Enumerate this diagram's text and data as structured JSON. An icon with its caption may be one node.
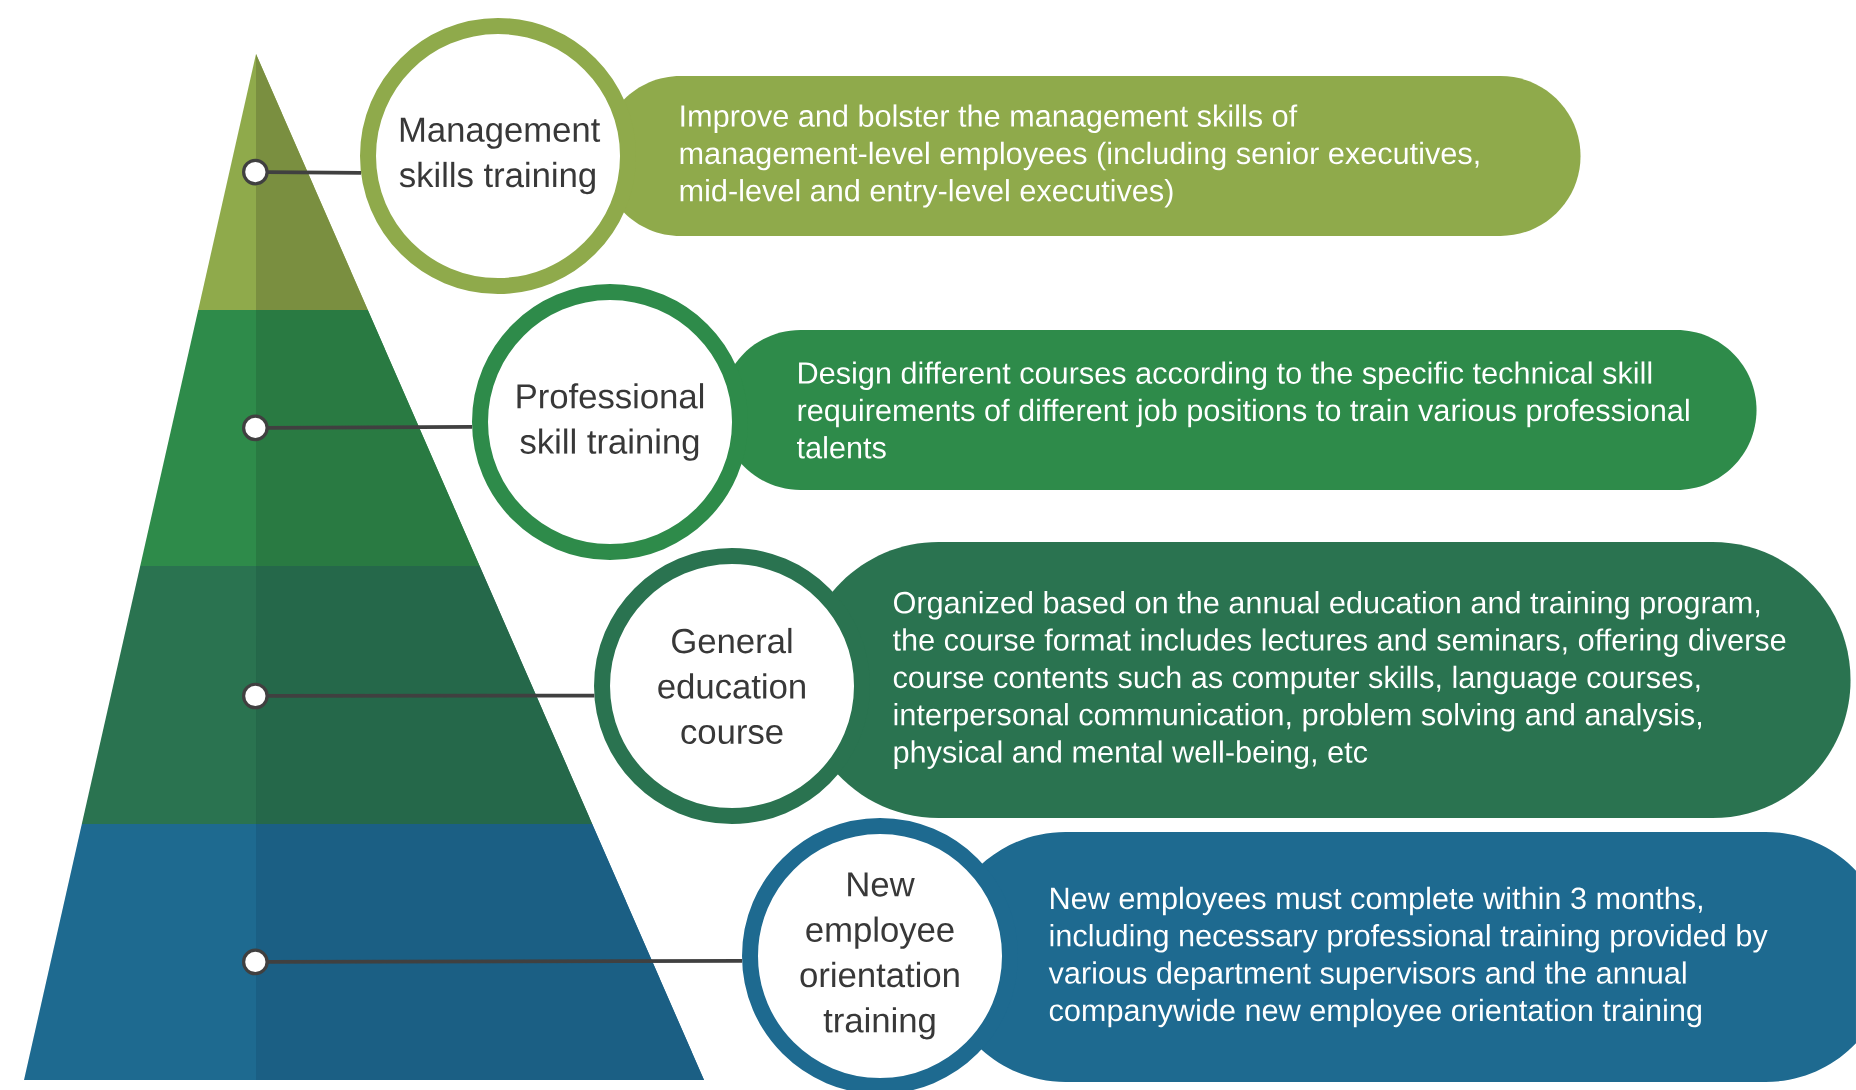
{
  "diagram": {
    "nodes": [
      {
        "text": [],
        "shape": "triangle"
      },
      {
        "text": [
          "Management skills training"
        ]
      },
      {
        "text": [
          "Improve and bolster the management skills of management-level employees (including senior executives, mid-level and entry-level executives)"
        ]
      },
      {
        "text": [],
        "shape": "trapezoid"
      },
      {
        "text": [
          "Professional skill training"
        ]
      },
      {
        "text": [
          "Design different courses according to the specific technical skill requirements of different job positions to train various professional talents"
        ]
      },
      {
        "text": [],
        "shape": "trapezoid"
      },
      {
        "text": [
          "General education course"
        ]
      },
      {
        "text": [
          "Organized based on the annual education and training program, the course format includes lectures and seminars, offering diverse course contents such as computer skills, language courses, interpersonal communication, problem solving  and analysis, physical and mental well-being, etc"
        ]
      },
      {
        "text": [],
        "shape": "trapezoid"
      },
      {
        "text": [
          "New employee orientation training"
        ]
      },
      {
        "text": [
          "New employees must complete within 3 months, including necessary professional training provided by various department supervisors and the annual companywide new employee orientation training"
        ]
      }
    ],
    "edges": [
      {
        "from": 0,
        "to": 1,
        "arrow": "other"
      },
      {
        "from": 3,
        "to": 4,
        "arrow": "other"
      },
      {
        "from": 6,
        "to": 7,
        "arrow": "other"
      },
      {
        "from": 9,
        "to": 10,
        "arrow": "other"
      }
    ]
  }
}
